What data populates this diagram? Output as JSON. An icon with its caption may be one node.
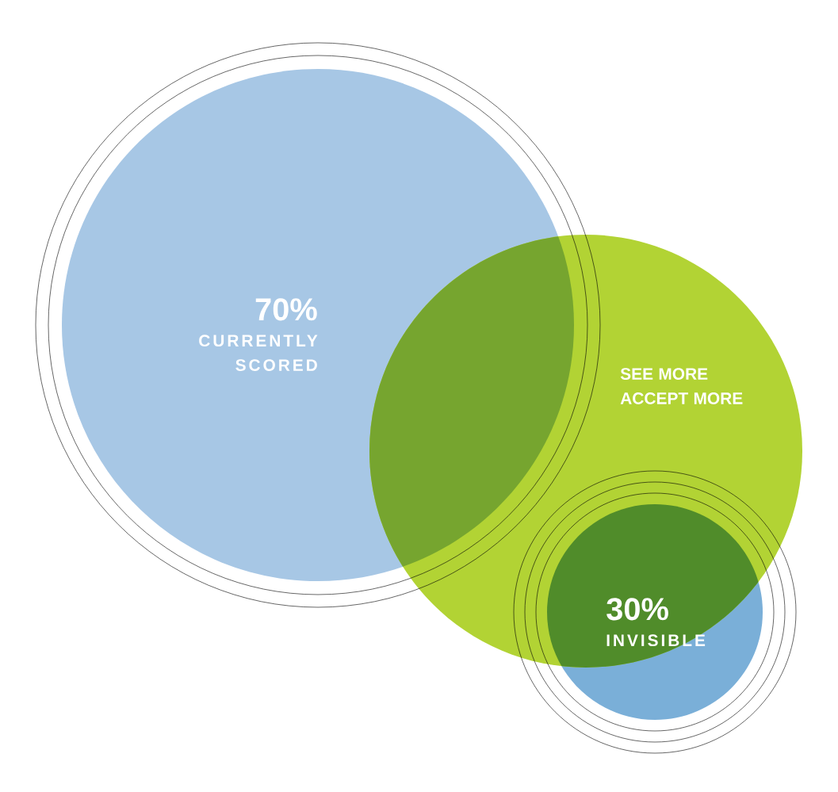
{
  "diagram": {
    "nodes": [
      {
        "text": [
          "70%",
          "CURRENTLY SCORED"
        ]
      },
      {
        "text": [
          "SEE MORE ACCEPT MORE"
        ]
      },
      {
        "text": [
          "30%",
          "INVISIBLE"
        ]
      }
    ]
  }
}
